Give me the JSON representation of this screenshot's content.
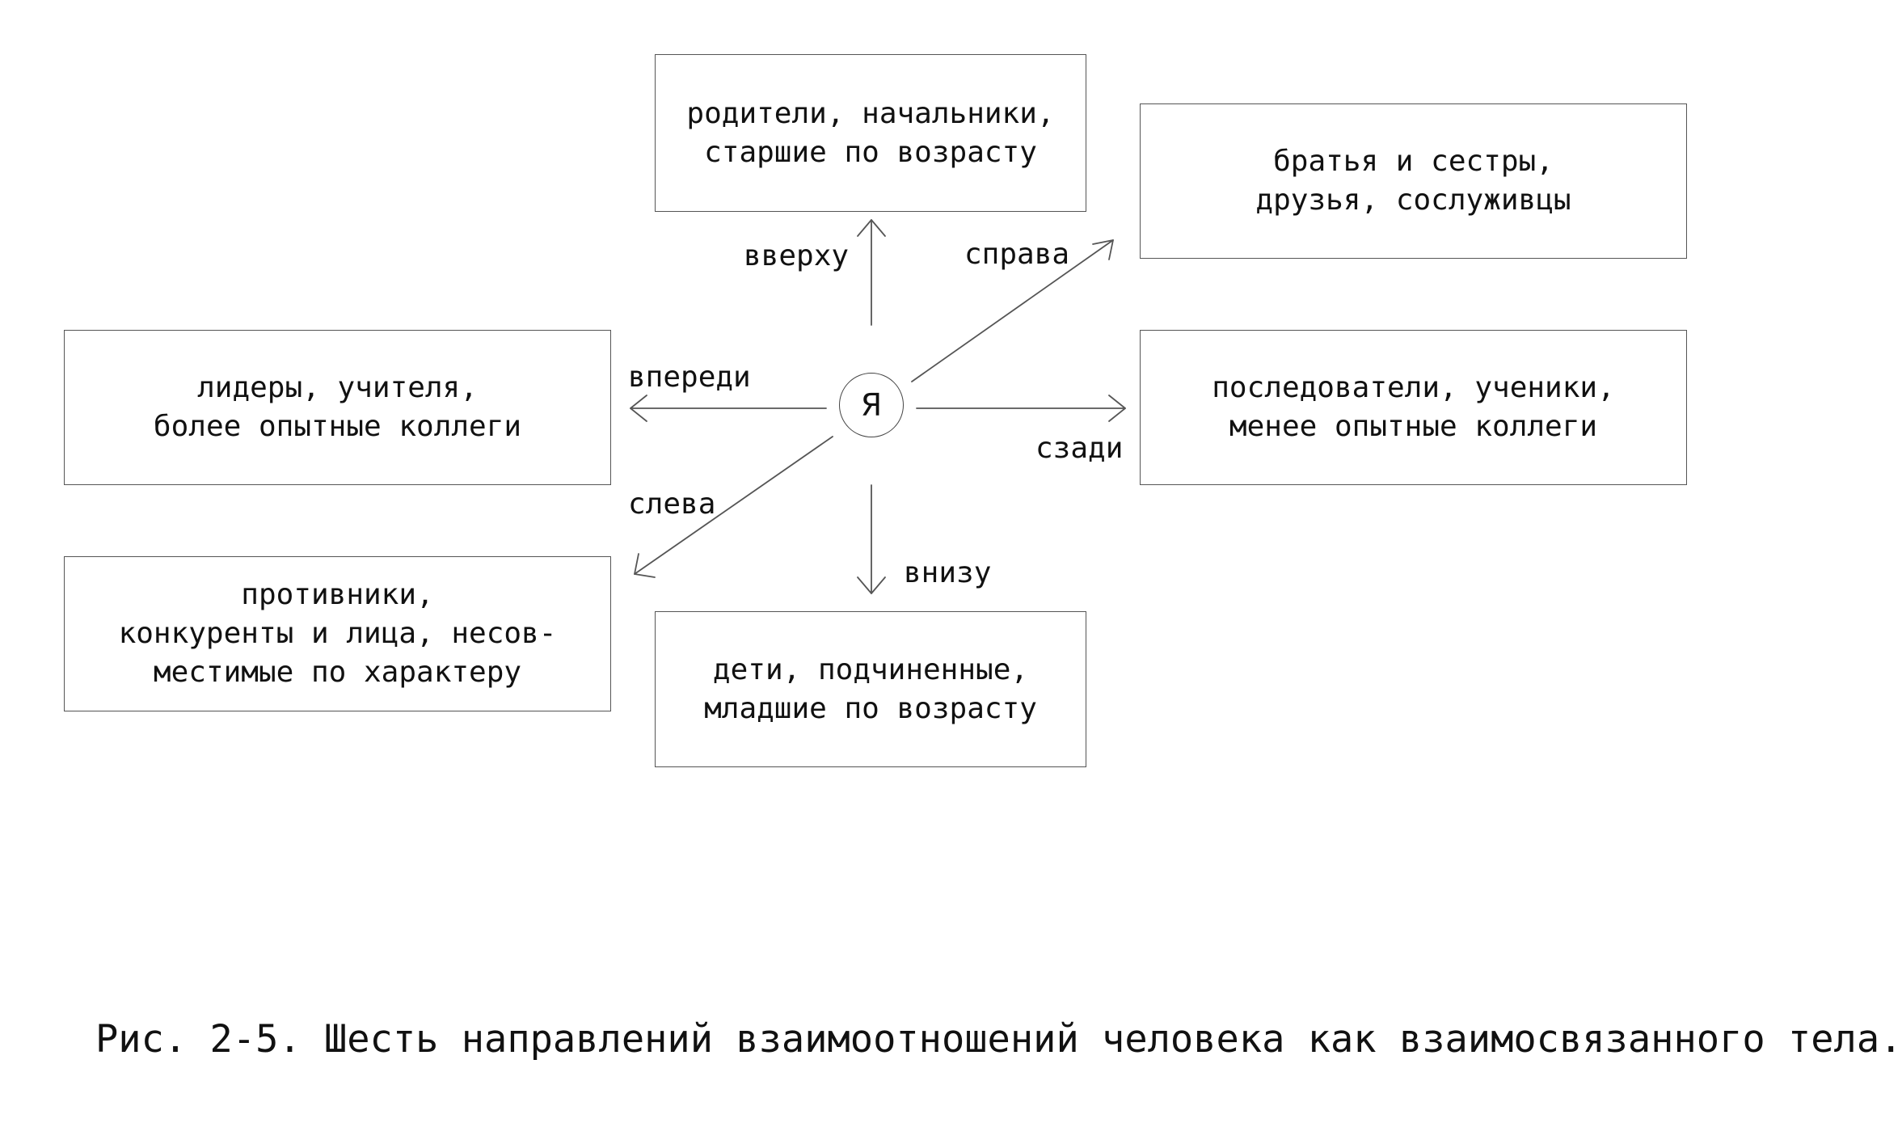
{
  "center": {
    "label": "Я"
  },
  "boxes": {
    "top": "родители, начальники,\nстаршие по возрасту",
    "right_upper": "братья и сестры,\nдрузья, сослуживцы",
    "left": "лидеры, учителя,\nболее опытные коллеги",
    "right": "последователи, ученики,\nменее опытные коллеги",
    "left_lower": "противники,\nконкуренты и лица, несов-\nместимые по характеру",
    "bottom": "дети, подчиненные,\nмладшие по возрасту"
  },
  "directions": {
    "up": "вверху",
    "up_right": "справа",
    "left": "впереди",
    "right": "сзади",
    "down_left": "слева",
    "down": "внизу"
  },
  "caption": "Рис. 2-5. Шесть направлений взаимоотношений человека как взаимосвязанного тела."
}
